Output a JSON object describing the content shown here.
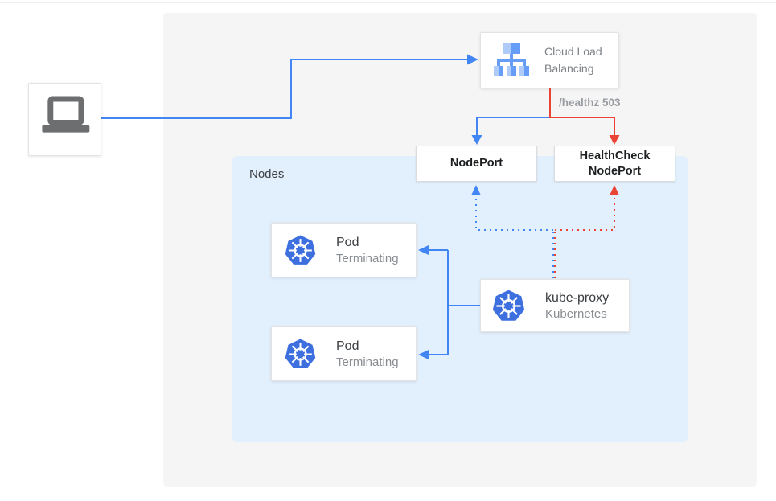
{
  "colors": {
    "blue_arrow": "#4285F4",
    "red_arrow": "#EA4335",
    "panel_bg": "#F5F5F5",
    "nodes_bg": "#E2EFFC",
    "card_bg": "#FFFFFF",
    "card_border": "#E3E3E3",
    "kubernetes_blue": "#3D70DE",
    "lb_icon_light": "#AECBFA",
    "lb_icon_mid": "#669DF6",
    "laptop_gray": "#6C6E70",
    "title_text": "#3C4043",
    "subtitle_text": "#878D92",
    "port_text": "#1D1F21",
    "healthz_text": "#999DA2"
  },
  "icons": {
    "client": "laptop-icon",
    "load_balancer": "cloud-load-balancing-icon",
    "pod": "kubernetes-icon",
    "kube_proxy": "kubernetes-icon"
  },
  "diagram": {
    "cloud_load_balancing": {
      "line1": "Cloud Load",
      "line2": "Balancing"
    },
    "healthz_label": "/healthz 503",
    "nodeport_label": "NodePort",
    "healthcheck_nodeport": {
      "line1": "HealthCheck",
      "line2": "NodePort"
    },
    "nodes_label": "Nodes",
    "pods": [
      {
        "title": "Pod",
        "status": "Terminating"
      },
      {
        "title": "Pod",
        "status": "Terminating"
      }
    ],
    "kube_proxy": {
      "title": "kube-proxy",
      "subtitle": "Kubernetes"
    }
  }
}
